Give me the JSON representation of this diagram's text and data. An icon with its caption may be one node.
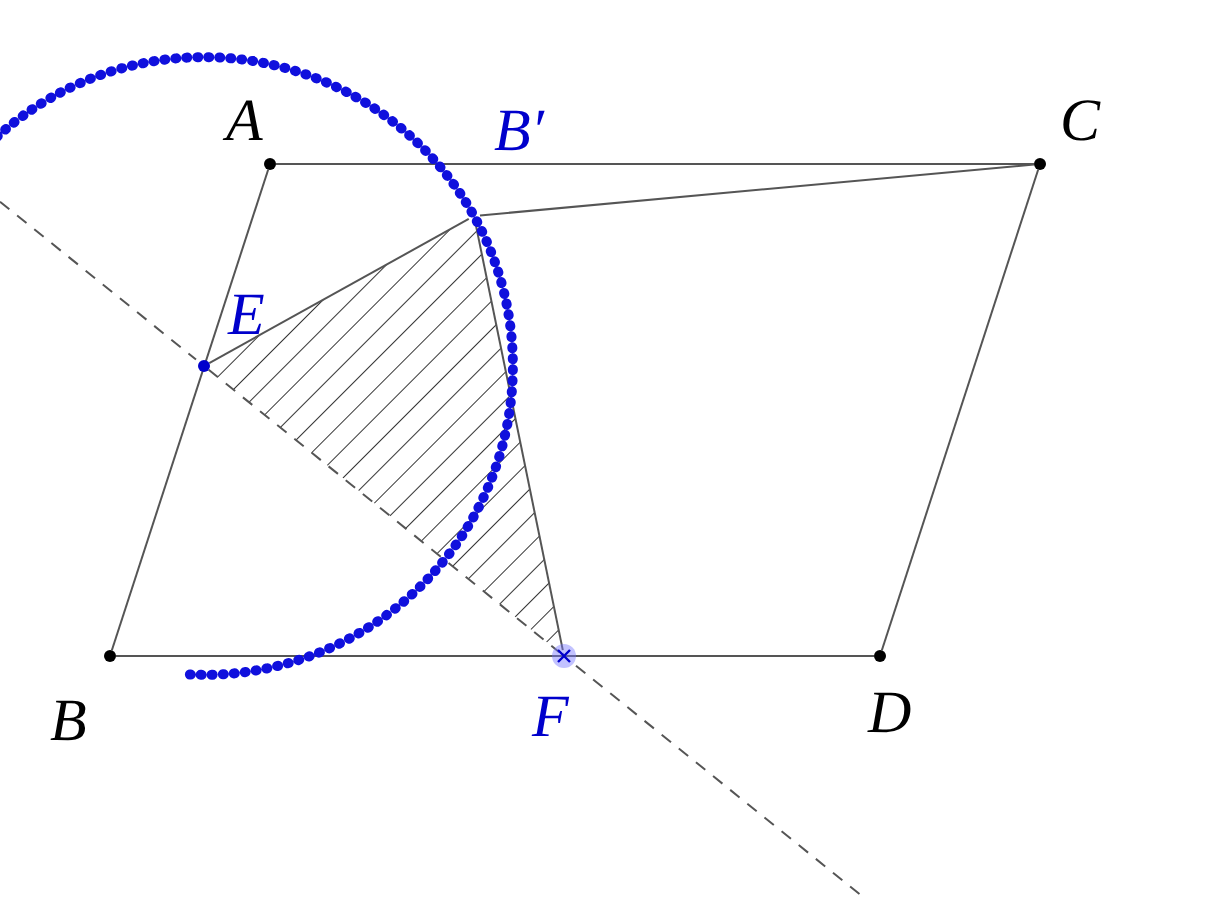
{
  "diagram": {
    "nodes": [
      {
        "text": [
          "A"
        ]
      },
      {
        "text": [
          "B′"
        ]
      },
      {
        "text": [
          "C"
        ]
      },
      {
        "text": [
          "E"
        ]
      },
      {
        "text": [
          "B"
        ]
      },
      {
        "text": [
          "F"
        ]
      },
      {
        "text": [
          "D"
        ]
      }
    ],
    "edges": [
      {
        "from": 0,
        "to": 2,
        "arrow": "none"
      },
      {
        "from": 0,
        "to": 4,
        "arrow": "none"
      },
      {
        "from": 4,
        "to": 6,
        "arrow": "none"
      },
      {
        "from": 2,
        "to": 6,
        "arrow": "none"
      },
      {
        "from": 3,
        "to": 1,
        "arrow": "none"
      },
      {
        "from": 1,
        "to": 2,
        "arrow": "none"
      },
      {
        "from": 1,
        "to": 5,
        "arrow": "none"
      },
      {
        "from": 3,
        "to": 5,
        "arrow": "none",
        "style": "dashed"
      }
    ]
  }
}
